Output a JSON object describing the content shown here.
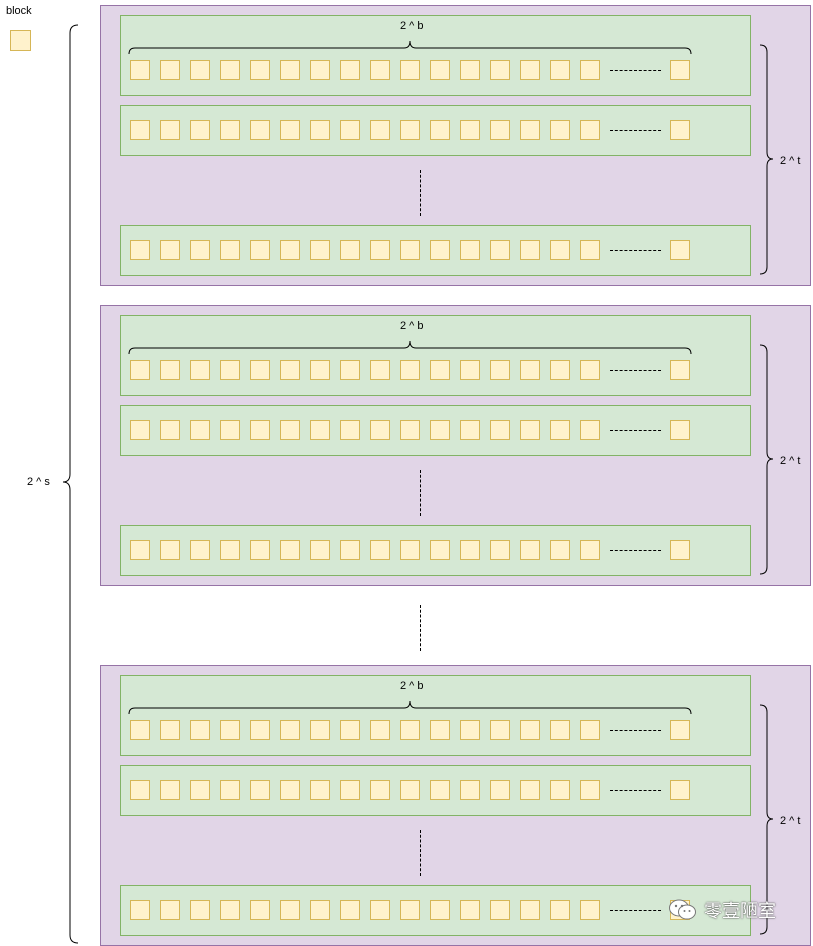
{
  "legend": {
    "label": "block",
    "icon": "block-square"
  },
  "labels": {
    "blocks_per_line": "2 ^ b",
    "lines_per_set": "2 ^ t",
    "number_of_sets": "2 ^ s"
  },
  "colors": {
    "set_fill": "#e1d5e7",
    "set_stroke": "#9673a6",
    "line_fill": "#d5e8d4",
    "line_stroke": "#82b366",
    "block_fill": "#fff2cc",
    "block_stroke": "#d6b656"
  },
  "watermark": {
    "text": "零壹陋室",
    "icon": "wechat-icon"
  }
}
